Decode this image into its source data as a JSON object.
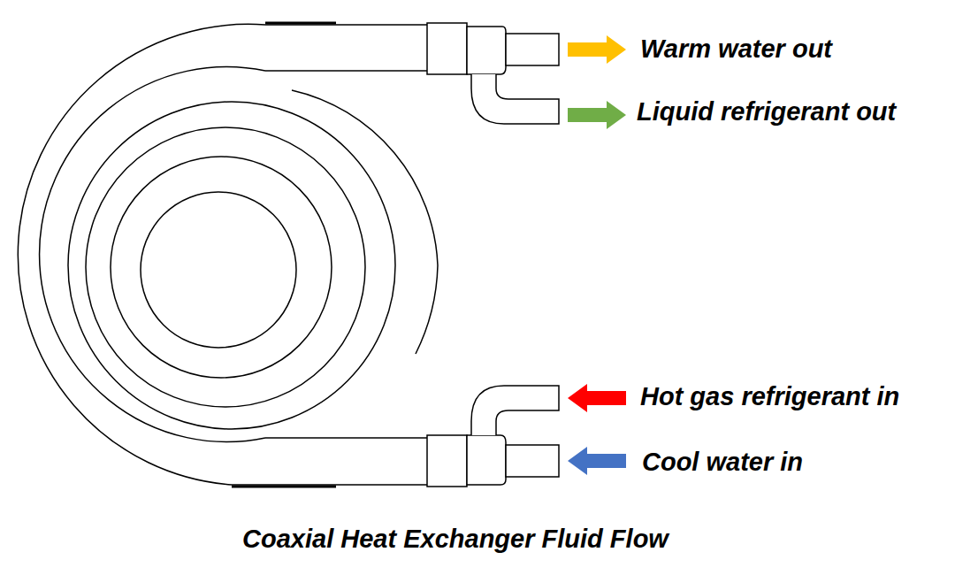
{
  "diagram": {
    "caption": "Coaxial Heat Exchanger Fluid Flow",
    "labels": [
      "Warm water out",
      "Liquid refrigerant out",
      "Hot gas refrigerant in",
      "Cool water in"
    ]
  }
}
